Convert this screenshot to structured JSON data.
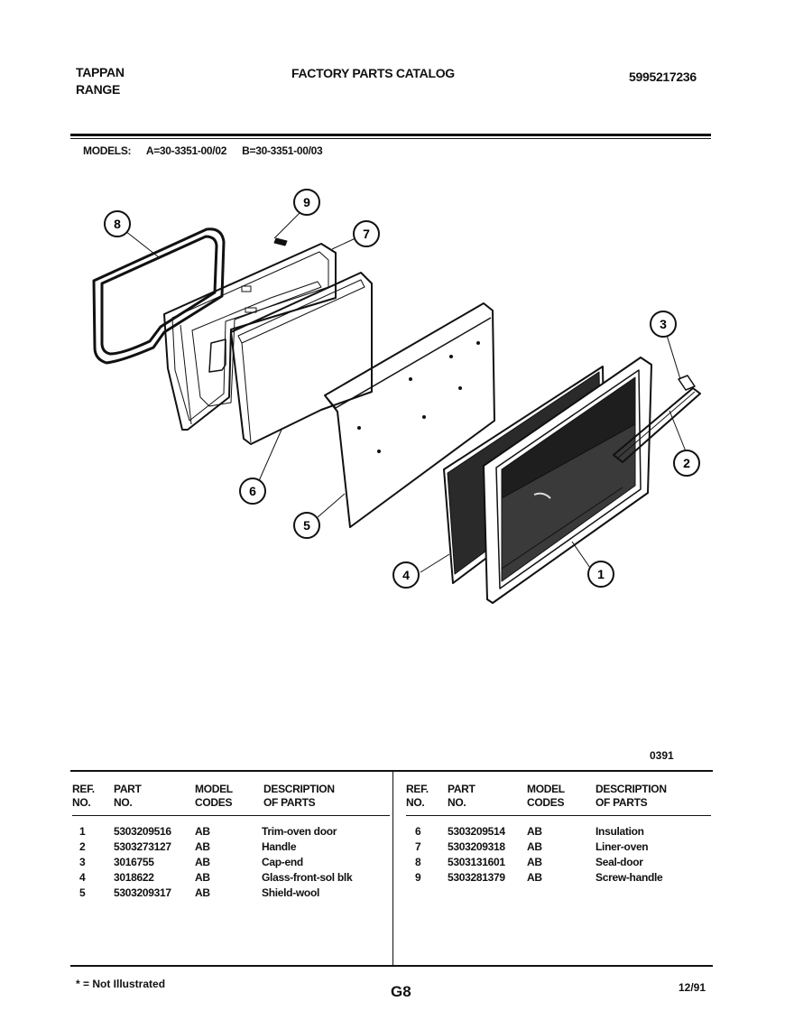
{
  "header": {
    "brand_line1": "TAPPAN",
    "brand_line2": "RANGE",
    "title": "FACTORY PARTS CATALOG",
    "catalog_number": "5995217236"
  },
  "models": {
    "label": "MODELS:",
    "model_a": "A=30-3351-00/02",
    "model_b": "B=30-3351-00/03"
  },
  "diagram": {
    "callouts": [
      "1",
      "2",
      "3",
      "4",
      "5",
      "6",
      "7",
      "8",
      "9"
    ]
  },
  "revision_code": "0391",
  "parts_table": {
    "headers": {
      "ref_line1": "REF.",
      "ref_line2": "NO.",
      "part_line1": "PART",
      "part_line2": "NO.",
      "model_line1": "MODEL",
      "model_line2": "CODES",
      "desc_line1": "DESCRIPTION",
      "desc_line2": "OF PARTS"
    },
    "left_rows": [
      {
        "ref": "1",
        "part": "5303209516",
        "code": "AB",
        "desc": "Trim-oven door"
      },
      {
        "ref": "2",
        "part": "5303273127",
        "code": "AB",
        "desc": "Handle"
      },
      {
        "ref": "3",
        "part": "3016755",
        "code": "AB",
        "desc": "Cap-end"
      },
      {
        "ref": "4",
        "part": "3018622",
        "code": "AB",
        "desc": "Glass-front-sol blk"
      },
      {
        "ref": "5",
        "part": "5303209317",
        "code": "AB",
        "desc": "Shield-wool"
      }
    ],
    "right_rows": [
      {
        "ref": "6",
        "part": "5303209514",
        "code": "AB",
        "desc": "Insulation"
      },
      {
        "ref": "7",
        "part": "5303209318",
        "code": "AB",
        "desc": "Liner-oven"
      },
      {
        "ref": "8",
        "part": "5303131601",
        "code": "AB",
        "desc": "Seal-door"
      },
      {
        "ref": "9",
        "part": "5303281379",
        "code": "AB",
        "desc": "Screw-handle"
      }
    ]
  },
  "footer": {
    "note": "* = Not Illustrated",
    "page_code": "G8",
    "date": "12/91"
  }
}
